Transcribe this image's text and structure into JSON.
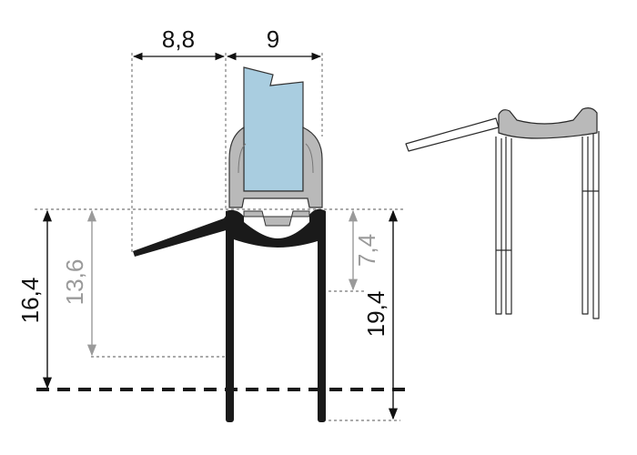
{
  "dimensions": {
    "width_a": "8,8",
    "width_b": "9",
    "height_left_outer": "16,4",
    "height_left_inner": "13,6",
    "height_right_inner": "7,4",
    "height_right_outer": "19,4"
  },
  "colors": {
    "seal": "#1a1a1a",
    "holder": "#b9b9b9",
    "glass": "#a9cde0",
    "dim_black": "#111111",
    "dim_gray": "#9a9a9a",
    "outline": "#2a2a2a"
  }
}
